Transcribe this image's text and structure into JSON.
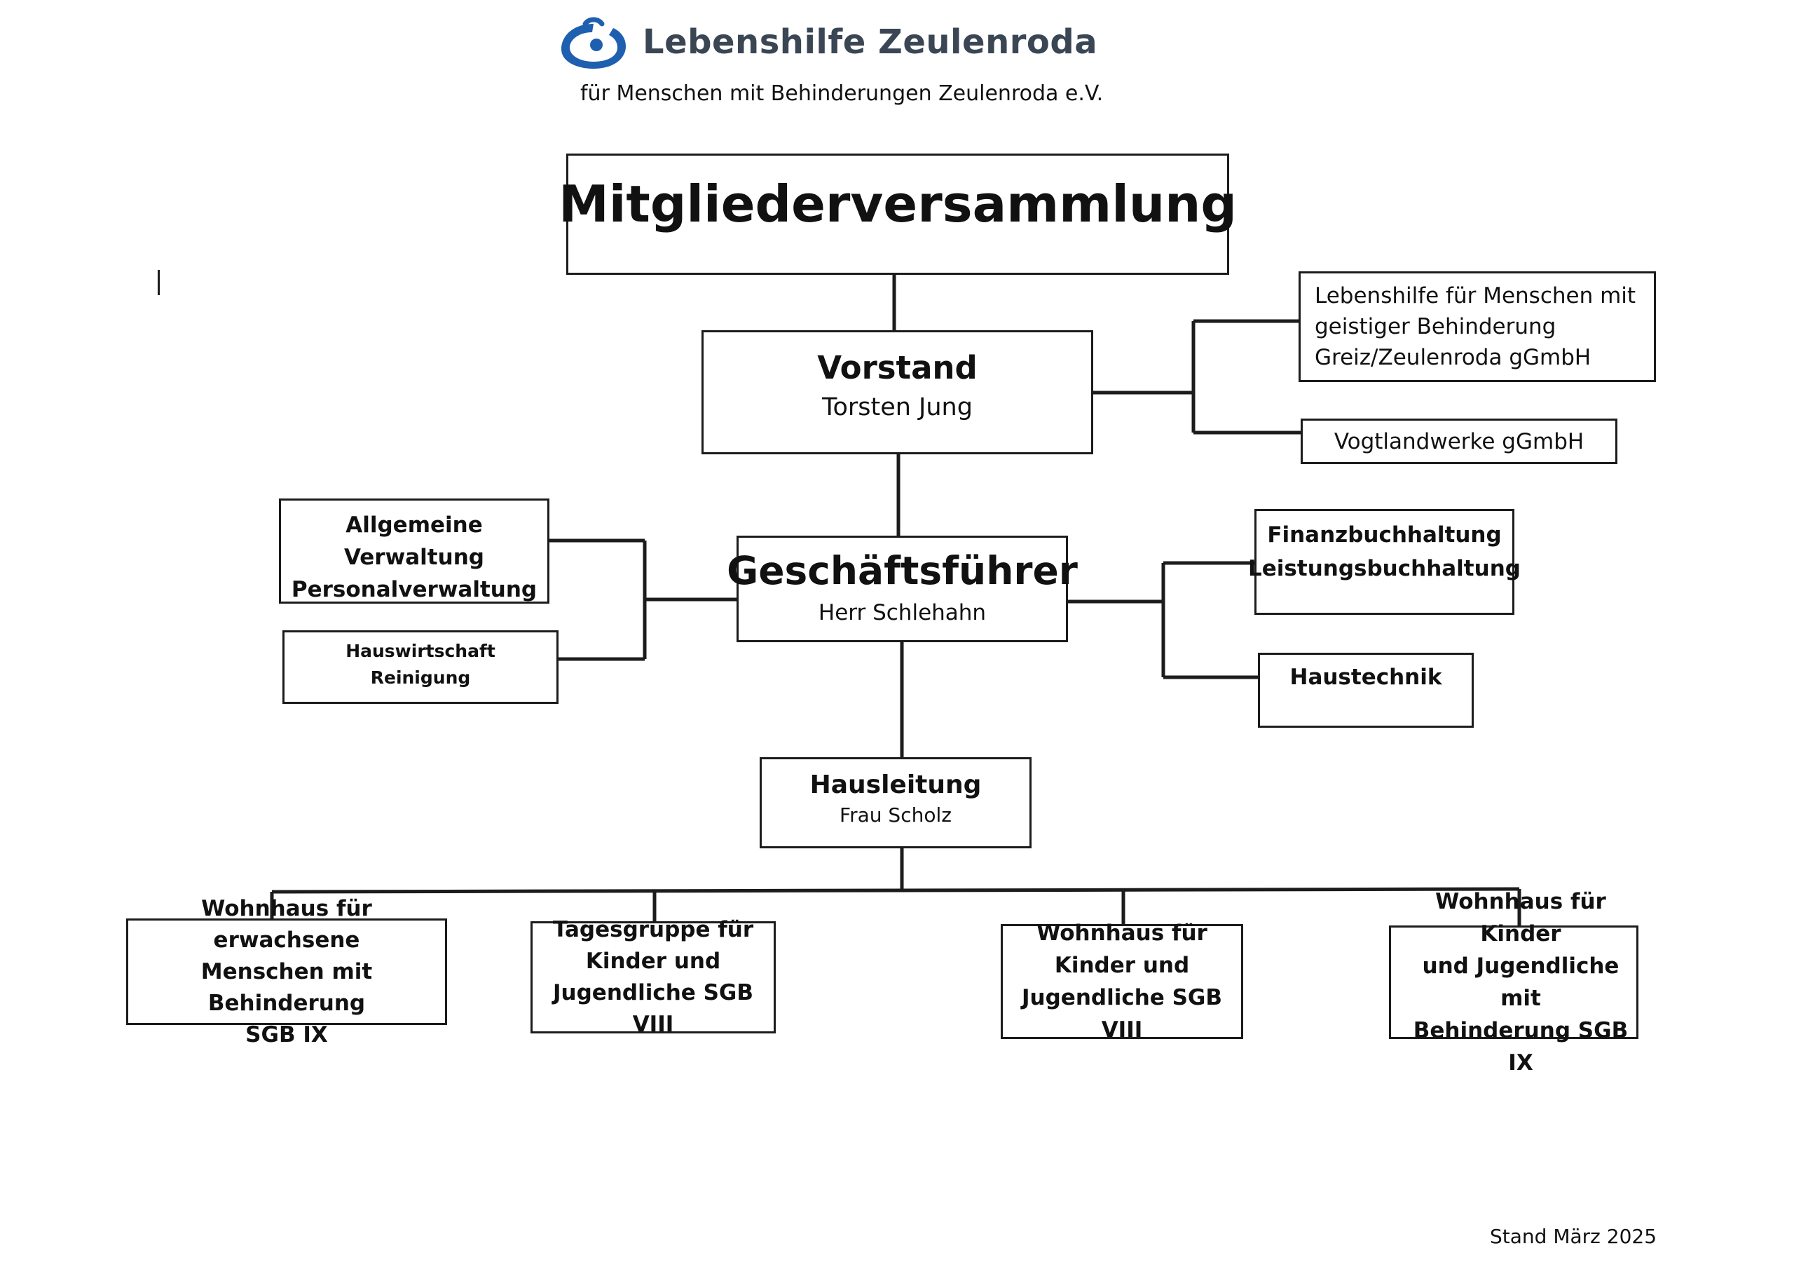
{
  "header": {
    "logo_text": "Lebenshilfe Zeulenroda",
    "subtitle": "für Menschen mit Behinderungen Zeulenroda e.V."
  },
  "nodes": {
    "mitgliederversammlung": {
      "title": "Mitgliederversammlung"
    },
    "vorstand": {
      "title": "Vorstand",
      "person": "Torsten Jung"
    },
    "lebenshilfe_ggmbh": {
      "line1": "Lebenshilfe für Menschen mit",
      "line2": "geistiger Behinderung",
      "line3": "Greiz/Zeulenroda gGmbH"
    },
    "vogtlandwerke": {
      "title": "Vogtlandwerke gGmbH"
    },
    "verwaltung": {
      "line1": "Allgemeine Verwaltung",
      "line2": "Personalverwaltung"
    },
    "hauswirtschaft": {
      "line1": "Hauswirtschaft",
      "line2": "Reinigung"
    },
    "geschaeftsfuehrer": {
      "title": "Geschäftsführer",
      "person": "Herr Schlehahn"
    },
    "buchhaltung": {
      "line1": "Finanzbuchhaltung",
      "line2": "Leistungsbuchhaltung"
    },
    "haustechnik": {
      "title": "Haustechnik"
    },
    "hausleitung": {
      "title": "Hausleitung",
      "person": "Frau Scholz"
    },
    "wohnhaus_erwachsene": {
      "line1": "Wohnhaus für erwachsene",
      "line2": "Menschen mit Behinderung",
      "line3": "SGB IX"
    },
    "tagesgruppe": {
      "line1": "Tagesgruppe für",
      "line2": "Kinder und",
      "line3": "Jugendliche SGB VIII"
    },
    "wohnhaus_kinder": {
      "line1": "Wohnhaus für",
      "line2": "Kinder und",
      "line3": "Jugendliche SGB VIII"
    },
    "wohnhaus_kinder_behinderung": {
      "line1": "Wohnhaus für Kinder",
      "line2": "und Jugendliche mit",
      "line3": "Behinderung SGB IX"
    }
  },
  "footer": {
    "stand": "Stand März 2025"
  },
  "colors": {
    "logo_blue": "#1f5fb0",
    "logo_text": "#3a4654",
    "line": "#1c1c1c"
  }
}
